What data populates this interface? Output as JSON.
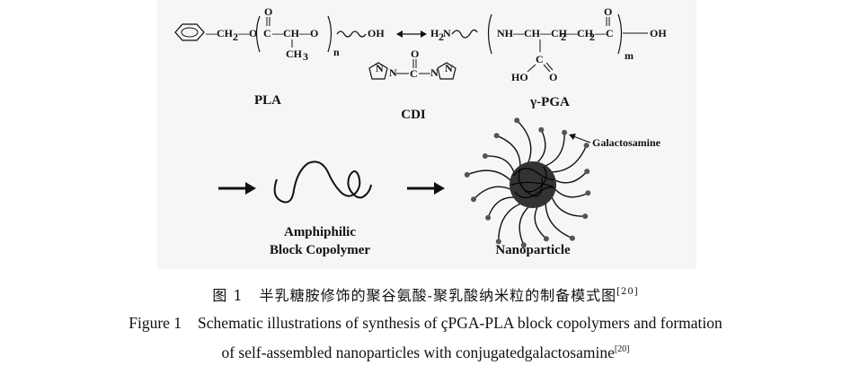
{
  "figure": {
    "top_row": {
      "pla_label": "PLA",
      "cdi_label": "CDI",
      "pga_label": "γ-PGA",
      "pla_formula": {
        "ring_link": "—CH",
        "ring_link_sub": "2",
        "ester_o": "—O",
        "carbonyl_c": "C",
        "carbonyl_o": "O",
        "ch": "—CH—O",
        "methyl": "CH",
        "methyl_sub": "3",
        "repeat": "n",
        "terminal": "OH"
      },
      "cdi_formula": {
        "n1": "N",
        "c": "C",
        "o": "O",
        "n2": "N",
        "n3": "N",
        "n4": "N"
      },
      "pga_formula": {
        "amine": "H",
        "amine_sub": "2",
        "amine_n": "N",
        "nh": "NH—CH—CH",
        "ch2_sub1": "2",
        "ch2b": "—CH",
        "ch2_sub2": "2",
        "c": "—C",
        "o": "O",
        "oh": "OH",
        "side_c": "C",
        "side_o": "O",
        "ho": "HO",
        "repeat": "m"
      }
    },
    "bottom_row": {
      "copolymer_label_line1": "Amphiphilic",
      "copolymer_label_line2": "Block Copolymer",
      "nanoparticle_label": "Nanoparticle",
      "galactosamine_label": "Galactosamine"
    }
  },
  "caption": {
    "cn_number": "图 1",
    "cn_text": "半乳糖胺修饰的聚谷氨酸-聚乳酸纳米粒的制备模式图",
    "cn_ref": "[20]",
    "en_number": "Figure 1",
    "en_line1": "Schematic illustrations of synthesis of çPGA-PLA block copolymers and formation",
    "en_line2": "of self-assembled nanoparticles with conjugatedgalactosamine",
    "en_ref": "[20]"
  }
}
